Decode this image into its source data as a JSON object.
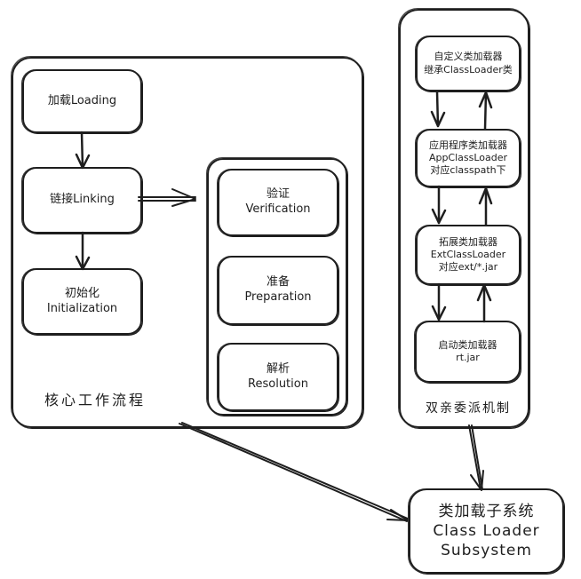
{
  "core_group": {
    "label": "核心工作流程",
    "steps": [
      {
        "cn": "加载",
        "en": "Loading",
        "text": "加载Loading"
      },
      {
        "cn": "链接",
        "en": "Linking",
        "text": "链接Linking"
      },
      {
        "cn": "初始化",
        "en": "Initialization"
      }
    ]
  },
  "linking_group": {
    "steps": [
      {
        "cn": "验证",
        "en": "Verification"
      },
      {
        "cn": "准备",
        "en": "Preparation"
      },
      {
        "cn": "解析",
        "en": "Resolution"
      }
    ]
  },
  "delegation_group": {
    "label": "双亲委派机制",
    "loaders": [
      {
        "lines": [
          "自定义类加载器",
          "继承ClassLoader类"
        ]
      },
      {
        "lines": [
          "应用程序类加载器",
          "AppClassLoader",
          "对应classpath下"
        ]
      },
      {
        "lines": [
          "拓展类加载器",
          "ExtClassLoader",
          "对应ext/*.jar"
        ]
      },
      {
        "lines": [
          "启动类加载器",
          "rt.jar"
        ]
      }
    ]
  },
  "subsystem": {
    "cn": "类加载子系统",
    "en_line1": "Class Loader",
    "en_line2": "Subsystem"
  },
  "colors": {
    "stroke": "#1e1e1e",
    "background": "#ffffff"
  }
}
